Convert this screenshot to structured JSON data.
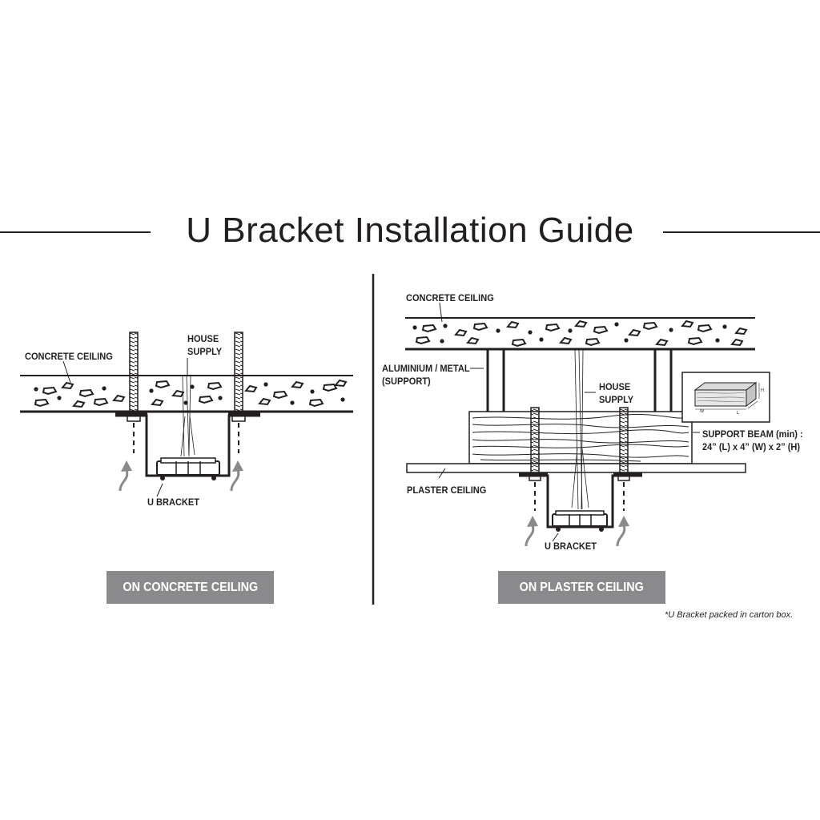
{
  "title": "U Bracket Installation Guide",
  "left_panel": {
    "concrete_label": "CONCRETE CEILING",
    "house_supply_label": "HOUSE\nSUPPLY",
    "u_bracket_label": "U BRACKET",
    "badge": "ON CONCRETE CEILING"
  },
  "right_panel": {
    "concrete_label": "CONCRETE CEILING",
    "support_label": "ALUMINIUM / METAL\n(SUPPORT)",
    "house_supply_label": "HOUSE\nSUPPLY",
    "support_beam_label": "SUPPORT BEAM (min) :\n24” (L) x 4” (W) x 2” (H)",
    "plaster_label": "PLASTER CEILING",
    "u_bracket_label": "U BRACKET",
    "badge": "ON PLASTER CEILING",
    "beam_dims": {
      "h": "H",
      "w": "W",
      "l": "L"
    }
  },
  "footnote": "*U Bracket packed in carton box.",
  "colors": {
    "ink": "#231f20",
    "badge": "#8a8a8c",
    "arrow": "#8a8a8c"
  }
}
